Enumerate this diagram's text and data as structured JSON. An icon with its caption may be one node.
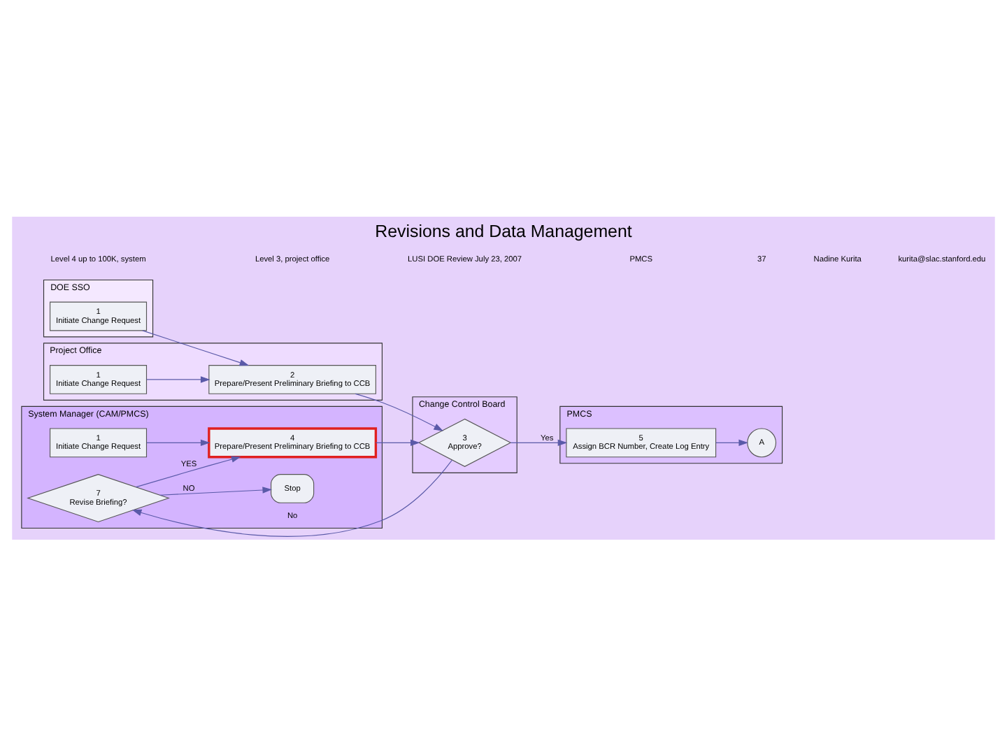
{
  "diagram": {
    "title": "Revisions and Data Management",
    "nodes": [
      {
        "text": [
          "DOE SSO"
        ]
      },
      {
        "text": [
          "1",
          "Initiate Change Request"
        ],
        "in": 0
      },
      {
        "text": [
          "Project Office"
        ]
      },
      {
        "text": [
          "1",
          "Initiate Change Request"
        ],
        "in": 2
      },
      {
        "text": [
          "2",
          "Prepare/Present Preliminary Briefing to CCB"
        ],
        "in": 2
      },
      {
        "text": [
          "Change Control Board"
        ]
      },
      {
        "text": [
          "3",
          "Approve?"
        ],
        "in": 5
      },
      {
        "text": [
          "PMCS"
        ]
      },
      {
        "text": [
          "5",
          "Assign BCR Number, Create Log Entry"
        ],
        "in": 7
      },
      {
        "text": [
          "A"
        ],
        "in": 7
      },
      {
        "text": [
          "System Manager (CAM/PMCS)"
        ]
      },
      {
        "text": [
          "1",
          "Initiate Change Request"
        ],
        "in": 10
      },
      {
        "text": [
          "4",
          "Prepare/Present Preliminary Briefing to CCB"
        ],
        "in": 10
      },
      {
        "text": [
          "7",
          "Revise Briefing?"
        ],
        "in": 10
      },
      {
        "text": [
          "Stop"
        ],
        "in": 10
      }
    ],
    "edges": [
      {
        "from": 1,
        "to": 4,
        "arrow": "to"
      },
      {
        "from": 3,
        "to": 4,
        "arrow": "to"
      },
      {
        "from": 4,
        "to": 6,
        "arrow": "to"
      },
      {
        "from": 12,
        "to": 6,
        "arrow": "to"
      },
      {
        "from": 6,
        "to": 8,
        "arrow": "to",
        "label": "Yes"
      },
      {
        "from": 6,
        "to": 13,
        "arrow": "to",
        "label": "No"
      },
      {
        "from": 8,
        "to": 9,
        "arrow": "to"
      },
      {
        "from": 11,
        "to": 12,
        "arrow": "to"
      },
      {
        "from": 13,
        "to": 14,
        "arrow": "to",
        "label": "NO"
      },
      {
        "from": 13,
        "to": 12,
        "arrow": "to",
        "label": "YES"
      }
    ],
    "labels": [
      "Level 4 up to 100K, system",
      "Level 3, project office",
      "LUSI DOE Review July 23, 2007",
      "PMCS",
      "37",
      "Nadine Kurita",
      "kurita@slac.stanford.edu"
    ]
  }
}
